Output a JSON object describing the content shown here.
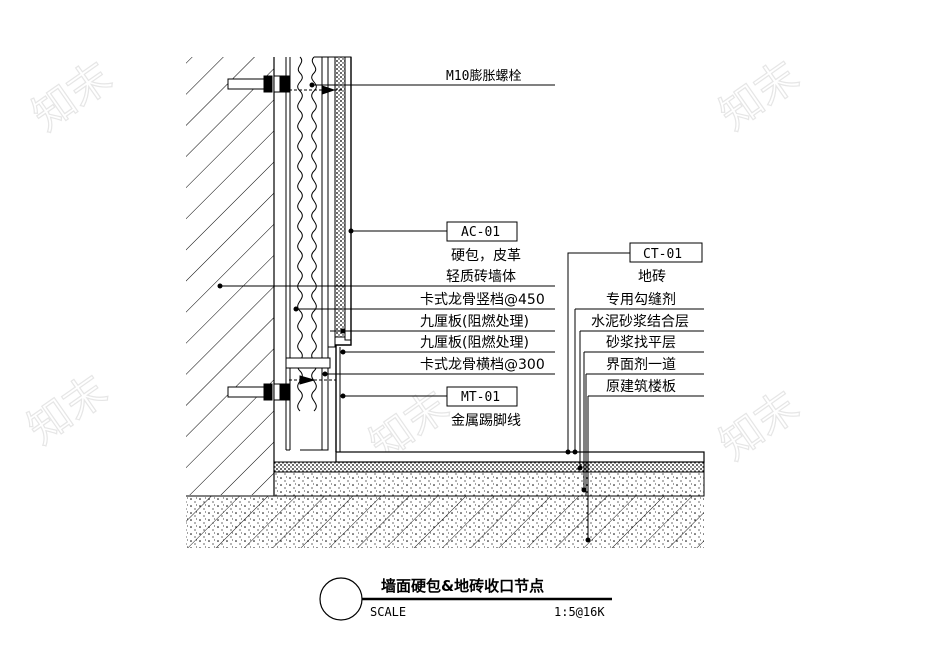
{
  "labels": {
    "bolt": "M10膨胀螺栓",
    "ac_code": "AC-01",
    "leather": "硬包，皮革",
    "brick_wall": "轻质砖墙体",
    "keel_vertical": "卡式龙骨竖档@450",
    "plywood_1": "九厘板(阻燃处理)",
    "plywood_2": "九厘板(阻燃处理)",
    "keel_horizontal": "卡式龙骨横档@300",
    "mt_code": "MT-01",
    "skirting": "金属踢脚线",
    "ct_code": "CT-01",
    "tile": "地砖",
    "grout": "专用勾缝剂",
    "mortar_bond": "水泥砂浆结合层",
    "mortar_level": "砂浆找平层",
    "interface": "界面剂一道",
    "slab": "原建筑楼板"
  },
  "title_block": {
    "title": "墙面硬包&地砖收口节点",
    "scale_label": "SCALE",
    "scale_value": "1:5@16K"
  },
  "watermark": {
    "text": "知末"
  }
}
